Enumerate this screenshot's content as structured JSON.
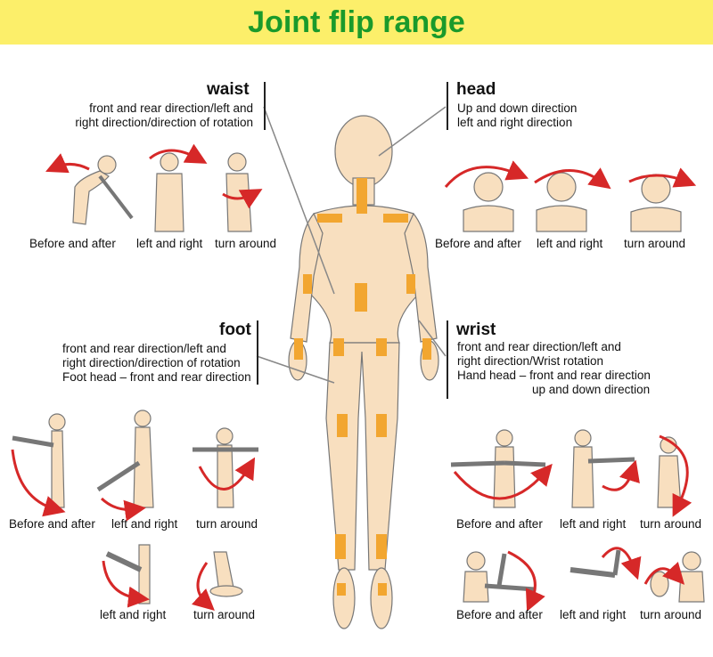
{
  "title": "Joint flip range",
  "colors": {
    "banner": "#fcef6a",
    "title": "#1a9a2b",
    "skin": "#f8dfbf",
    "arrow": "#d62828",
    "joint": "#f2a630"
  },
  "waist": {
    "title": "waist",
    "desc_line1": "front and rear direction/left and",
    "desc_line2": "right direction/direction of rotation",
    "captions": [
      "Before and after",
      "left and right",
      "turn around"
    ]
  },
  "head": {
    "title": "head",
    "desc_line1": "Up and down direction",
    "desc_line2": "left and right direction",
    "captions": [
      "Before and after",
      "left and right",
      "turn around"
    ]
  },
  "foot": {
    "title": "foot",
    "desc_line1": "front and rear direction/left and",
    "desc_line2": "right direction/direction of rotation",
    "desc_line3": "Foot head – front and rear direction",
    "captions_row1": [
      "Before and after",
      "left and right",
      "turn around"
    ],
    "captions_row2": [
      "left and right",
      "turn around"
    ]
  },
  "wrist": {
    "title": "wrist",
    "desc_line1": "front and rear direction/left and",
    "desc_line2": "right direction/Wrist rotation",
    "desc_line3": "Hand head – front and rear direction",
    "desc_line4": "up and down direction",
    "captions_row1": [
      "Before and after",
      "left and right",
      "turn around"
    ],
    "captions_row2": [
      "Before and after",
      "left and right",
      "turn around"
    ]
  }
}
